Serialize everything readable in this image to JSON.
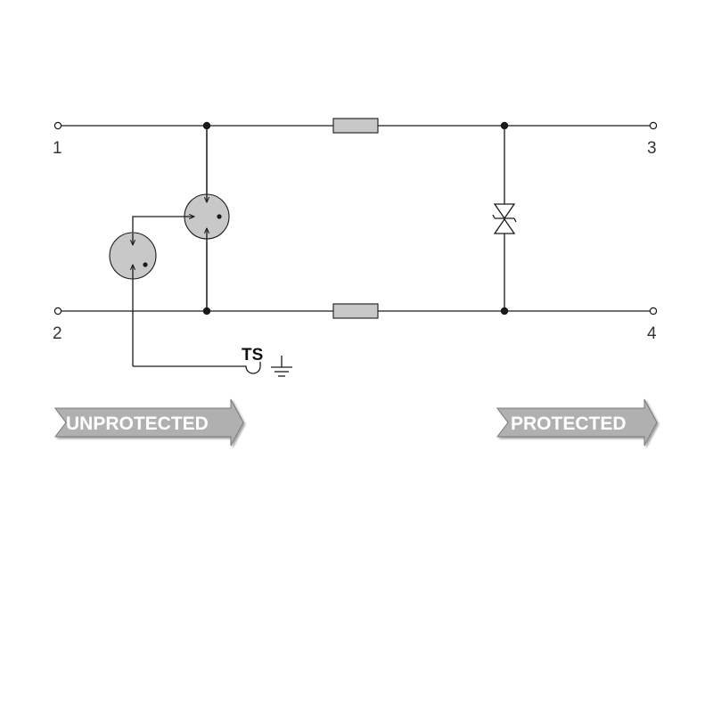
{
  "terminals": {
    "t1": "1",
    "t2": "2",
    "t3": "3",
    "t4": "4"
  },
  "ground_label": "TS",
  "arrows": {
    "unprotected": "UNPROTECTED",
    "protected": "PROTECTED"
  },
  "colors": {
    "wire": "#1a1a1a",
    "component_fill": "#c8c8c8",
    "arrow_fill": "#b0b0b0",
    "background": "#ffffff"
  }
}
